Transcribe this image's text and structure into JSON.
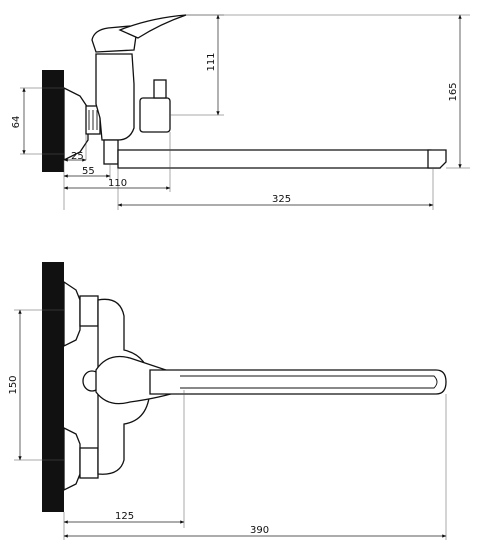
{
  "top_view": {
    "dim_height_total": "165",
    "dim_body_height": "111",
    "dim_wall_plate": "64",
    "dim_offset_25": "25",
    "dim_offset_55": "55",
    "dim_offset_110": "110",
    "dim_spout_length": "325"
  },
  "front_view": {
    "dim_inlet_spacing": "150",
    "dim_lever_offset": "125",
    "dim_total_length": "390"
  }
}
